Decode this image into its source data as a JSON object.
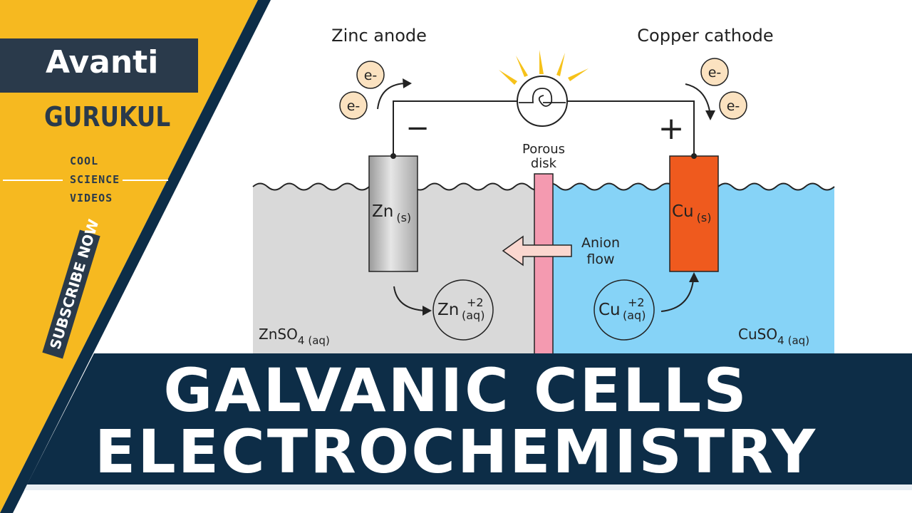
{
  "brand": {
    "logo": "Avanti",
    "name": "GURUKUL",
    "tagline": [
      "COOL",
      "SCIENCE",
      "VIDEOS"
    ],
    "subscribe": "SUBSCRIBE NOW"
  },
  "diagram": {
    "zinc_label": "Zinc anode",
    "copper_label": "Copper cathode",
    "electron": "e-",
    "minus_sign": "−",
    "plus_sign": "+",
    "porous_line1": "Porous",
    "porous_line2": "disk",
    "zn_electrode": "Zn",
    "cu_electrode": "Cu",
    "solid_sub": "(s)",
    "anion_line1": "Anion",
    "anion_line2": "flow",
    "zn_ion": "Zn",
    "cu_ion": "Cu",
    "ion_charge": "+2",
    "ion_state": "(aq)",
    "left_solution": "ZnSO",
    "right_solution": "CuSO",
    "sulfate_sub": "4",
    "aq_state": "(aq)"
  },
  "title": {
    "line1": "GALVANIC CELLS",
    "line2": "ELECTROCHEMISTRY"
  },
  "colors": {
    "yellow": "#f6b920",
    "navy": "#0d2d47",
    "slate": "#2a3a4b",
    "zinc_solution": "#d9d9d9",
    "copper_solution": "#86d3f7",
    "copper_electrode": "#ef5a1e",
    "porous_disk": "#f49ab0",
    "electron_fill": "#fbe2c0"
  }
}
